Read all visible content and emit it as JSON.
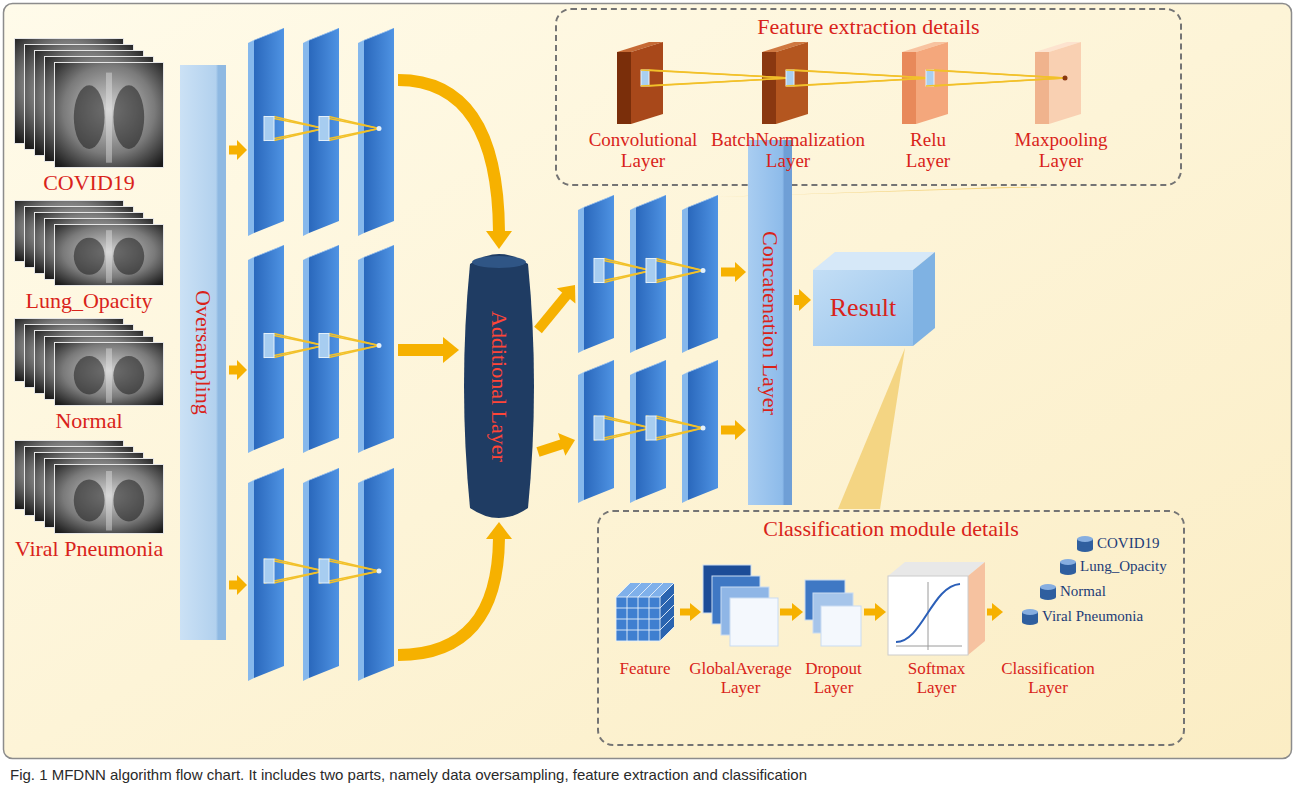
{
  "diagram": {
    "caption": "Fig. 1 MFDNN algorithm flow chart. It includes two parts, namely data oversampling, feature extraction and classification",
    "nodes": [
      {
        "text": [
          "COVID19"
        ]
      },
      {
        "text": [
          "Lung_Opacity"
        ]
      },
      {
        "text": [
          "Normal"
        ]
      },
      {
        "text": [
          "Viral Pneumonia"
        ]
      },
      {
        "text": [
          "Oversampling"
        ]
      },
      {
        "text": [
          "Additional Layer"
        ]
      },
      {
        "text": [
          "Feature extraction details"
        ]
      },
      {
        "text": [
          "Convolutional Layer"
        ],
        "in": 6
      },
      {
        "text": [
          "BatchNormalization Layer"
        ],
        "in": 6
      },
      {
        "text": [
          "Relu Layer"
        ],
        "in": 6
      },
      {
        "text": [
          "Maxpooling Layer"
        ],
        "in": 6
      },
      {
        "text": [
          "Concatenation Layer"
        ]
      },
      {
        "text": [
          "Result"
        ]
      },
      {
        "text": [
          "Classification module details"
        ]
      },
      {
        "text": [
          "Feature"
        ],
        "in": 13
      },
      {
        "text": [
          "GlobalAverage Layer"
        ],
        "in": 13
      },
      {
        "text": [
          "Dropout Layer"
        ],
        "in": 13
      },
      {
        "text": [
          "Softmax Layer"
        ],
        "in": 13
      },
      {
        "text": [
          "COVID19",
          "Lung_Opacity",
          "Normal",
          "Viral Pneumonia",
          "Classification Layer"
        ],
        "in": 13
      }
    ],
    "edges": [
      {
        "from": 11,
        "to": 12,
        "arrow": "to"
      },
      {
        "from": 14,
        "to": 15,
        "arrow": "to"
      },
      {
        "from": 15,
        "to": 16,
        "arrow": "to"
      },
      {
        "from": 16,
        "to": 17,
        "arrow": "to"
      },
      {
        "from": 17,
        "to": 18,
        "arrow": "to"
      }
    ]
  }
}
